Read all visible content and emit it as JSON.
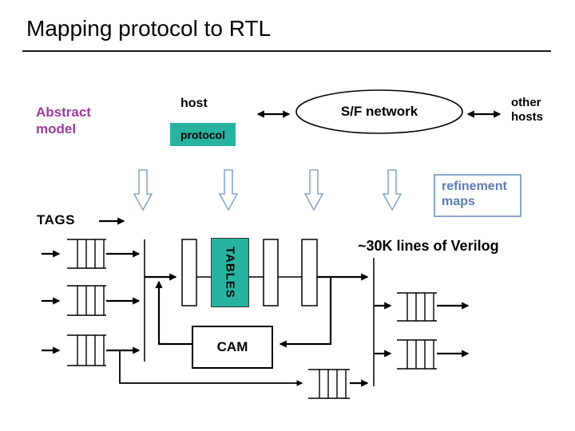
{
  "slide": {
    "title": "Mapping protocol to RTL"
  },
  "abstract_model": {
    "label": "Abstract model"
  },
  "protocol_stack": {
    "host_label": "host",
    "protocol_label": "protocol"
  },
  "network": {
    "label": "S/F network",
    "other_hosts_label": "other hosts"
  },
  "refinement": {
    "tags_label": "TAGS",
    "maps_label": "refinement maps"
  },
  "rtl": {
    "tables_label": "TABLES",
    "cam_label": "CAM",
    "note": "~30K lines of Verilog"
  },
  "colors": {
    "accent_purple": "#9c3a9c",
    "accent_teal": "#27b3a0",
    "steel_border": "#8aa6c9",
    "steel_text": "#5b7cb5",
    "line_black": "#000000"
  }
}
